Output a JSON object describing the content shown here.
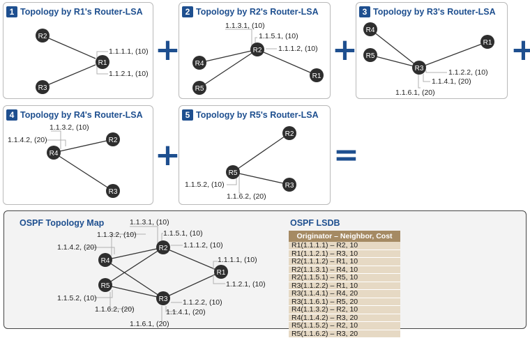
{
  "panels": [
    {
      "num": "1",
      "title": "Topology by R1's Router-LSA"
    },
    {
      "num": "2",
      "title": "Topology by R2's Router-LSA"
    },
    {
      "num": "3",
      "title": "Topology by R3's Router-LSA"
    },
    {
      "num": "4",
      "title": "Topology by R4's Router-LSA"
    },
    {
      "num": "5",
      "title": "Topology by R5's Router-LSA"
    }
  ],
  "operators": {
    "plus": "+",
    "equals": "="
  },
  "routers": {
    "r1": "R1",
    "r2": "R2",
    "r3": "R3",
    "r4": "R4",
    "r5": "R5"
  },
  "interfaces": {
    "r1_to_r2": "1.1.1.1, (10)",
    "r1_to_r3": "1.1.2.1, (10)",
    "r2_to_r4": "1.1.3.1, (10)",
    "r2_to_r5": "1.1.5.1, (10)",
    "r2_to_r1": "1.1.1.2, (10)",
    "r3_to_r1": "1.1.2.2, (10)",
    "r3_to_r4": "1.1.4.1, (20)",
    "r3_to_r5": "1.1.6.1, (20)",
    "r4_to_r2": "1.1.3.2, (10)",
    "r4_to_r3": "1.1.4.2, (20)",
    "r5_to_r2": "1.1.5.2, (10)",
    "r5_to_r3": "1.1.6.2, (20)"
  },
  "map": {
    "title": "OSPF Topology Map",
    "lsdb_title": "OSPF LSDB",
    "lsdb_header": "Originator – Neighbor, Cost",
    "lsdb_rows": [
      "R1(1.1.1.1) – R2, 10",
      "R1(1.1.2.1) – R3, 10",
      "R2(1.1.1.2) – R1, 10",
      "R2(1.1.3.1) – R4, 10",
      "R2(1.1.5.1) – R5, 10",
      "R3(1.1.2.2) – R1, 10",
      "R3(1.1.4.1) – R4, 20",
      "R3(1.1.6.1) – R5, 20",
      "R4(1.1.3.2) – R2, 10",
      "R4(1.1.4.2) – R3, 20",
      "R5(1.1.5.2) – R2, 10",
      "R5(1.1.6.2) – R3, 20"
    ]
  },
  "colors": {
    "accent": "#1e4f8f",
    "router": "#2e2e2e",
    "lsdb_header": "#a58a63",
    "lsdb_row": "#e6d9c4"
  }
}
